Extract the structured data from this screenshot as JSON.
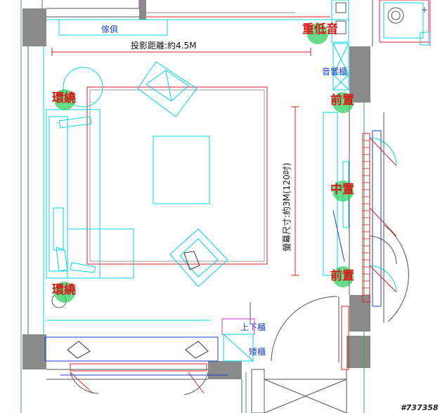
{
  "labels": {
    "furniture": "傢俱",
    "throw_distance": "投影距離:約4.5M",
    "screen_size": "螢幕尺寸:約3M(120吋)",
    "audio_cabinet": "音響櫃",
    "upper_lower_cabinet": "上下櫃",
    "low_cabinet": "矮櫃"
  },
  "speakers": {
    "subwoofer": "重低音",
    "surround_left_top": "環繞",
    "surround_left_bottom": "環繞",
    "front_top": "前置",
    "center": "中置",
    "front_bottom": "前置"
  },
  "watermark": "#737358",
  "colors": {
    "wall": "#8a8a8a",
    "cyan": "#00d4e4",
    "red": "#dd2020",
    "green_marker": "#33d060",
    "blue_text": "#1a3ec8",
    "red_text": "#d81818",
    "magenta": "#cc33cc"
  }
}
